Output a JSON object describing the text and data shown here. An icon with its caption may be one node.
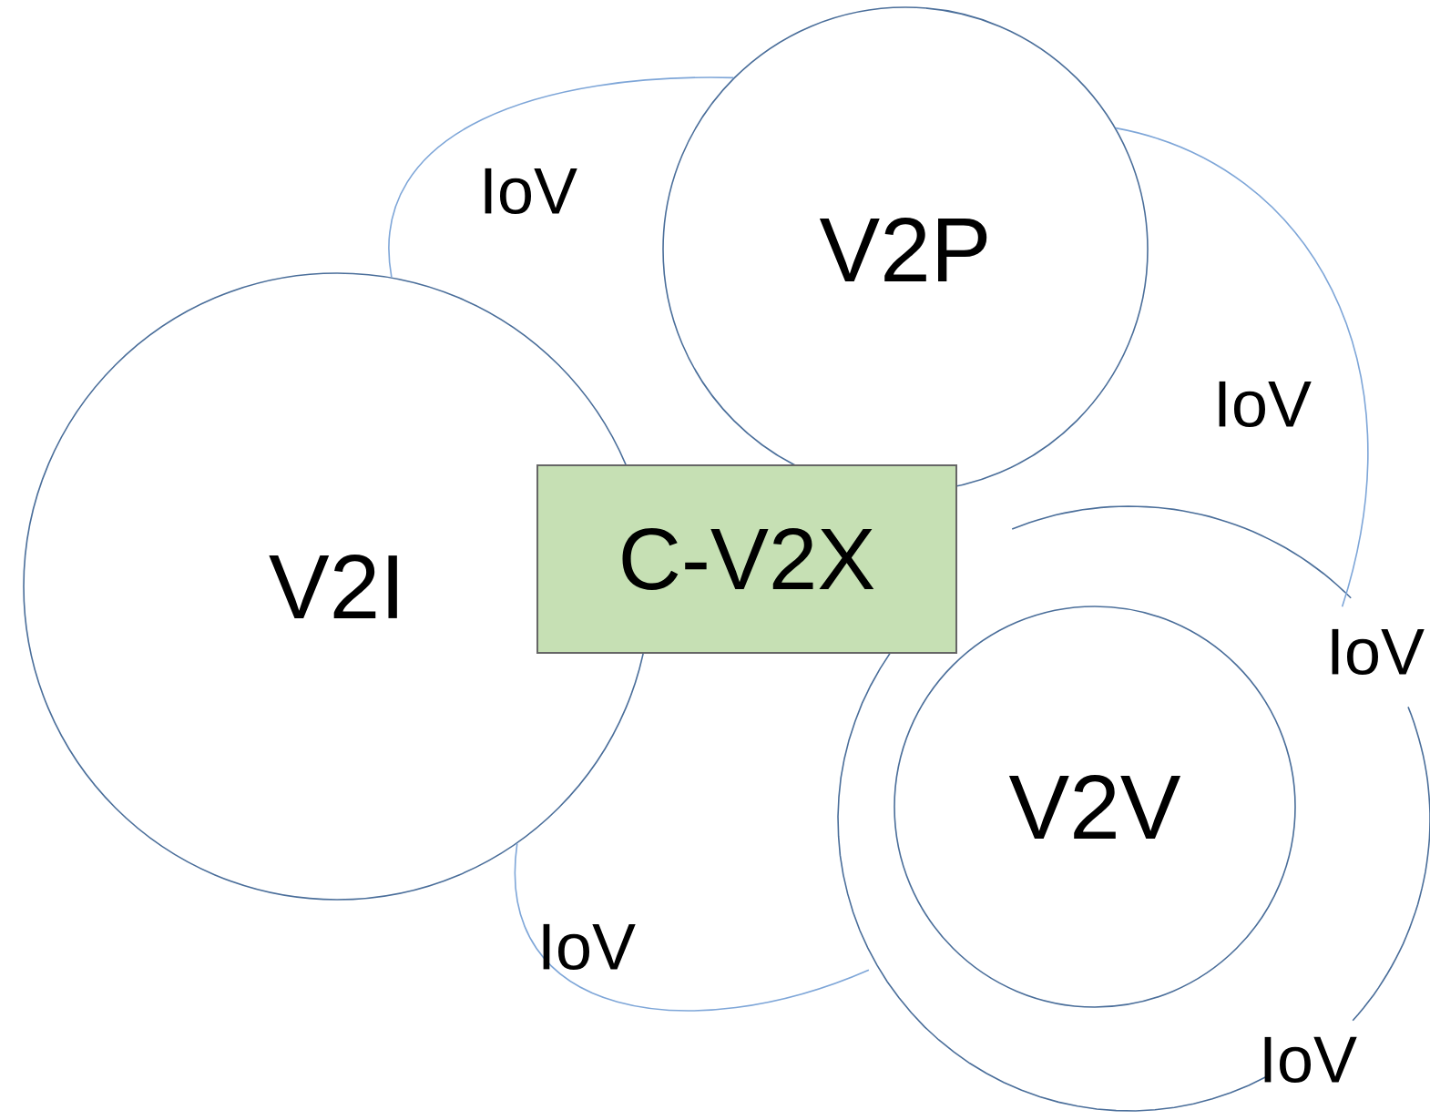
{
  "diagram": {
    "nodes": [
      {
        "text": [
          "V2I"
        ]
      },
      {
        "text": [
          "V2P"
        ]
      },
      {
        "text": [
          "C-V2X"
        ]
      },
      {
        "text": [],
        "shape": "circle"
      },
      {
        "text": [
          "V2V"
        ],
        "in": 3
      }
    ],
    "edges": [
      {
        "from": 0,
        "to": 1,
        "arrow": "none",
        "label": "IoV"
      },
      {
        "from": 1,
        "to": 3,
        "arrow": "none",
        "label": "IoV"
      },
      {
        "from": 0,
        "to": 3,
        "arrow": "none",
        "label": "IoV"
      }
    ],
    "labels": [
      "IoV",
      "IoV"
    ]
  }
}
